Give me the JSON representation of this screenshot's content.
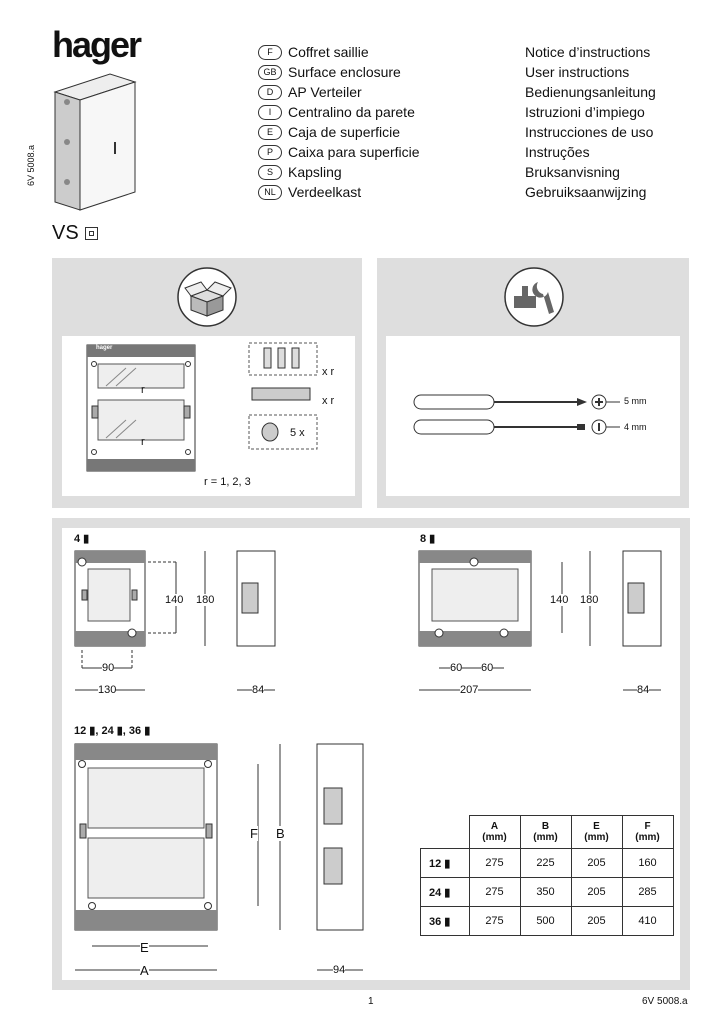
{
  "header": {
    "brand": "hager",
    "product_code_vertical": "6V 5008.a",
    "model": "VS"
  },
  "languages": [
    {
      "code": "F",
      "title": "Coffret saillie",
      "notice": "Notice d’instructions"
    },
    {
      "code": "GB",
      "title": "Surface enclosure",
      "notice": "User instructions"
    },
    {
      "code": "D",
      "title": "AP Verteiler",
      "notice": "Bedienungsanleitung"
    },
    {
      "code": "I",
      "title": "Centralino da parete",
      "notice": "Istruzioni d’impiego"
    },
    {
      "code": "E",
      "title": "Caja de superficie",
      "notice": "Instrucciones de uso"
    },
    {
      "code": "P",
      "title": "Caixa para superficie",
      "notice": "Instruções"
    },
    {
      "code": "S",
      "title": "Kapsling",
      "notice": "Bruksanvisning"
    },
    {
      "code": "NL",
      "title": "Verdeelkast",
      "notice": "Gebruiksaanwijzing"
    }
  ],
  "contents_panel": {
    "box_brand": "hager",
    "row_label": "r",
    "r_note": "r = 1, 2, 3",
    "qty_a": "x r",
    "qty_b": "x r",
    "qty_c": "5 x"
  },
  "tools_panel": {
    "tool1": "5 mm",
    "tool2": "4 mm"
  },
  "dimensions": {
    "d4": {
      "title": "4",
      "h1": "140",
      "h2": "180",
      "w1": "90",
      "w2": "130",
      "depth": "84"
    },
    "d8": {
      "title": "8",
      "h1": "140",
      "h2": "180",
      "w1": "60",
      "w1b": "60",
      "w2": "207",
      "depth": "84"
    },
    "d12": {
      "title": "12 ▮, 24 ▮, 36",
      "F": "F",
      "B": "B",
      "E": "E",
      "A": "A",
      "depth": "94"
    }
  },
  "spec_table": {
    "headers": [
      {
        "letter": "A",
        "unit": "(mm)"
      },
      {
        "letter": "B",
        "unit": "(mm)"
      },
      {
        "letter": "E",
        "unit": "(mm)"
      },
      {
        "letter": "F",
        "unit": "(mm)"
      }
    ],
    "rows": [
      {
        "label": "12",
        "values": [
          "275",
          "225",
          "205",
          "160"
        ]
      },
      {
        "label": "24",
        "values": [
          "275",
          "350",
          "205",
          "285"
        ]
      },
      {
        "label": "36",
        "values": [
          "275",
          "500",
          "205",
          "410"
        ]
      }
    ]
  },
  "footer": {
    "page": "1",
    "code": "6V 5008.a"
  }
}
